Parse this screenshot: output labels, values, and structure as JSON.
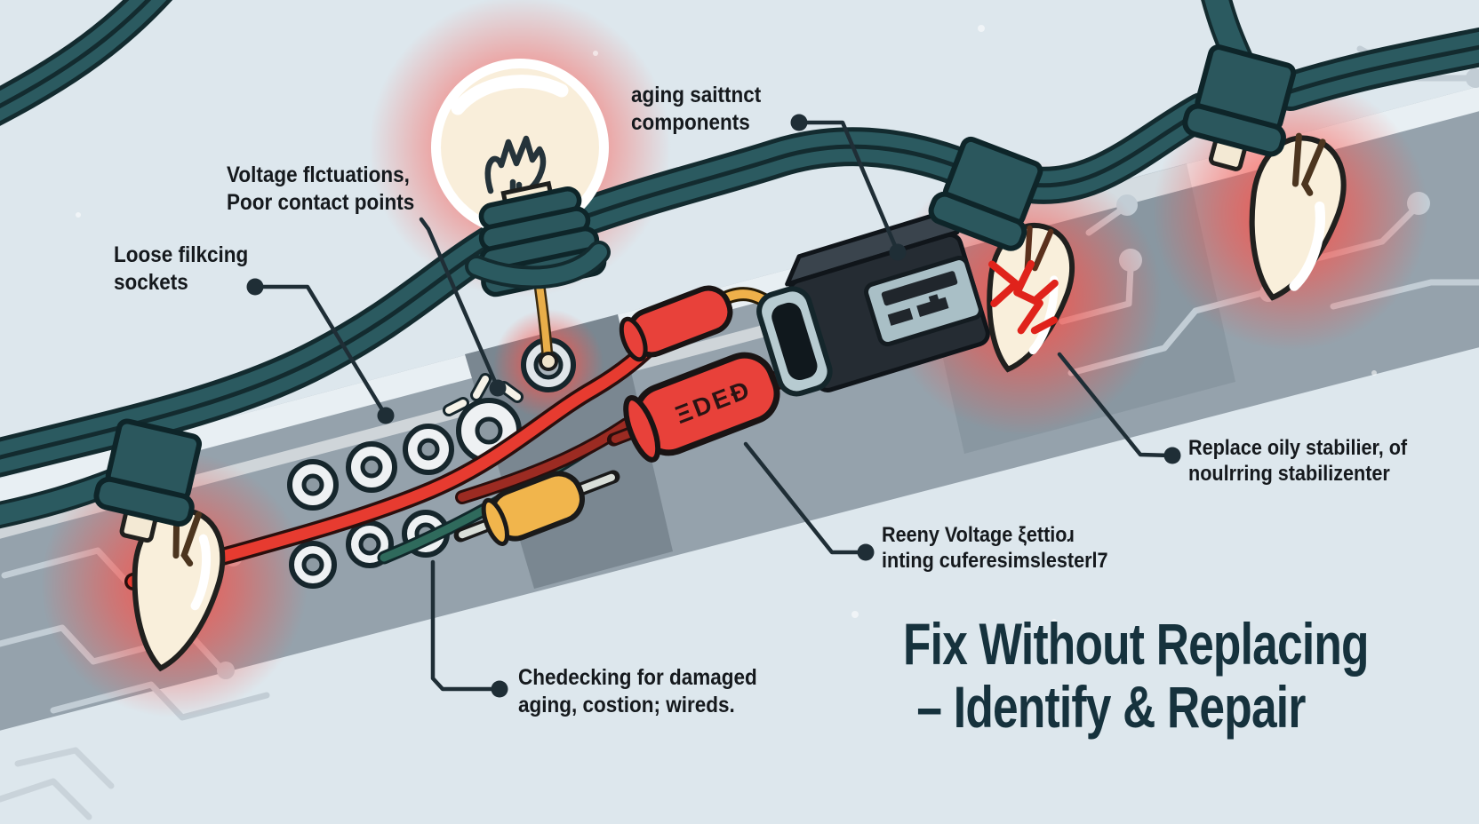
{
  "title": {
    "line1": "Fix Without Replacing",
    "line2": "– Identify & Repair"
  },
  "labels": {
    "loose": {
      "line1": "Loose filkcing",
      "line2": "sockets"
    },
    "voltage": {
      "line1": "Voltage flctuations,",
      "line2": "Poor contact points"
    },
    "aging": {
      "line1": "aging saittnct",
      "line2": "components"
    },
    "replace": {
      "line1": "Replace oily stabilier, of",
      "line2": "noulrring stabilizenter"
    },
    "reeny": {
      "line1": "Reeny Voltage ξettioɹ",
      "line2": "inting cuferesimslesterl7"
    },
    "checking": {
      "line1": "Chedecking for damaged",
      "line2": "aging, costion; wireds."
    }
  },
  "components": {
    "capacitor_label": "ΞDEƉ"
  },
  "colors": {
    "background": "#dde7ed",
    "band_gray": "#95a2ac",
    "band_dark_patch": "#7a8791",
    "wire_teal": "#2b5a60",
    "glow_red": "#ff4f45",
    "component_red": "#e8413a",
    "component_yellow": "#f1b54c",
    "bulb_cream": "#f9efdb",
    "label_text": "#15191d",
    "title_text": "#16323d"
  }
}
